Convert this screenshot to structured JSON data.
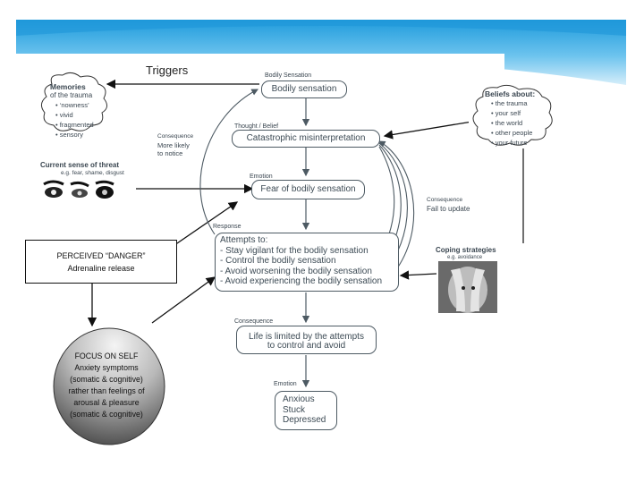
{
  "triggers_label": "Triggers",
  "memories": {
    "title": "Memories",
    "subtitle": "of the trauma",
    "items": [
      "‘nowness’",
      "vivid",
      "fragmented",
      "sensory"
    ]
  },
  "current_threat": {
    "title": "Current sense of threat",
    "subtitle": "e.g. fear, shame, disgust"
  },
  "perceived_danger": {
    "title": "PERCEIVED “DANGER”",
    "subtitle": "Adrenaline release"
  },
  "focus_on_self": {
    "lines": [
      "FOCUS ON SELF",
      "Anxiety symptoms",
      "(somatic & cognitive)",
      "rather than feelings of",
      "arousal & pleasure",
      "(somatic & cognitive)"
    ]
  },
  "bodily_sensation": {
    "label": "Bodily Sensation",
    "box": "Bodily sensation"
  },
  "thought_belief": {
    "label": "Thought / Belief",
    "box": "Catastrophic misinterpretation"
  },
  "emotion1": {
    "label": "Emotion",
    "box": "Fear of bodily sensation"
  },
  "response": {
    "label": "Response",
    "title": "Attempts to:",
    "items": [
      "- Stay vigilant for the bodily sensation",
      "- Control the bodily sensation",
      "- Avoid worsening the bodily sensation",
      "- Avoid experiencing the bodily sensation"
    ]
  },
  "consequence_left": {
    "lines": [
      "Consequence",
      "More likely",
      "to notice"
    ]
  },
  "consequence_right": {
    "lines": [
      "Consequence",
      "Fail to update"
    ]
  },
  "consequence_bottom": {
    "label": "Consequence",
    "lines": [
      "Life is limited by the attempts",
      "to control and avoid"
    ]
  },
  "emotion2": {
    "label": "Emotion",
    "lines": [
      "Anxious",
      "Stuck",
      "Depressed"
    ]
  },
  "beliefs": {
    "title": "Beliefs about:",
    "items": [
      "the trauma",
      "your self",
      "the world",
      "other people",
      "your future"
    ]
  },
  "coping": {
    "title": "Coping strategies",
    "subtitle": "e.g. avoidance"
  },
  "colors": {
    "banner_top": "#22a0e0",
    "banner_bottom": "#bfe6f8",
    "sphere_light": "#f2f2f2",
    "sphere_dark": "#3a3a3a",
    "box_stroke": "#4d5a63"
  },
  "icons": [
    "eyes-image-icon",
    "face-covering-hands-image-icon",
    "thought-cloud-icon"
  ]
}
